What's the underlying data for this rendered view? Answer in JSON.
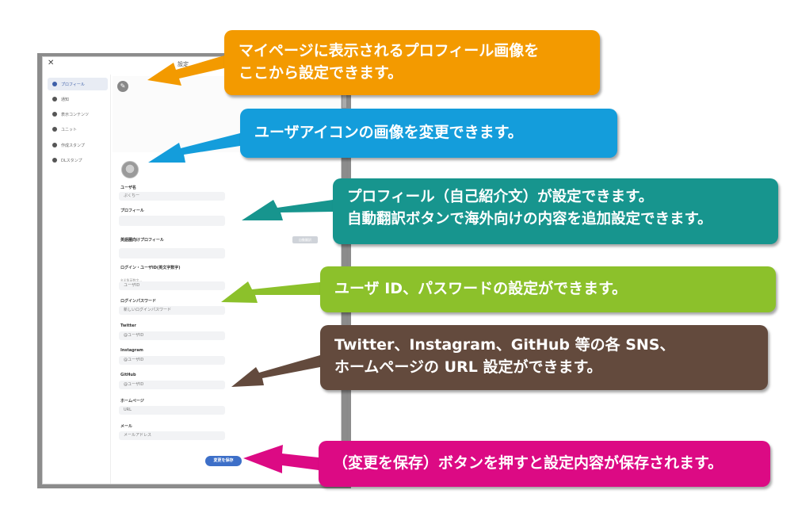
{
  "dialog": {
    "title": "設定",
    "close": "✕",
    "nav": [
      {
        "label": "プロフィール",
        "icon": "person-icon",
        "active": true
      },
      {
        "label": "通知",
        "icon": "bell-icon",
        "active": false
      },
      {
        "label": "表示コンテンツ",
        "icon": "display-icon",
        "active": false
      },
      {
        "label": "ユニット",
        "icon": "unit-icon",
        "active": false
      },
      {
        "label": "作成スタンプ",
        "icon": "stamp-icon",
        "active": false
      },
      {
        "label": "DLスタンプ",
        "icon": "download-icon",
        "active": false
      }
    ],
    "fields": {
      "username_label": "ユーザ名",
      "username_value": "ぷくちー",
      "profile_label": "プロフィール",
      "foreign_profile_label": "英語圏向けプロフィール",
      "auto_translate": "自動翻訳",
      "login_label": "ログイン・ユーザID(英文字数字)",
      "login_hint": "※半角英数字...",
      "userid_placeholder": "ユーザID",
      "password_label": "ログインパスワード",
      "password_placeholder": "新しいログインパスワード",
      "twitter_label": "Twitter",
      "twitter_placeholder": "@ユーザID",
      "instagram_label": "Instagram",
      "instagram_placeholder": "@ユーザID",
      "github_label": "GitHub",
      "github_placeholder": "@ユーザID",
      "homepage_label": "ホームページ",
      "homepage_placeholder": "URL",
      "mail_label": "メール",
      "mail_placeholder": "メールアドレス"
    },
    "save_button": "変更を保存"
  },
  "callouts": [
    {
      "lines": [
        "マイページに表示されるプロフィール画像を",
        "ここから設定できます。"
      ],
      "color": "#f39a00"
    },
    {
      "lines": [
        "ユーザアイコンの画像を変更できます。"
      ],
      "color": "#149ddb"
    },
    {
      "lines": [
        "プロフィール（自己紹介文）が設定できます。",
        "自動翻訳ボタンで海外向けの内容を追加設定できます。"
      ],
      "color": "#17958e"
    },
    {
      "lines": [
        "ユーザ ID、パスワードの設定ができます。"
      ],
      "color": "#8cc12b"
    },
    {
      "lines": [
        "Twitter、Instagram、GitHub 等の各 SNS、",
        "ホームページの URL 設定ができます。"
      ],
      "color": "#634a3d"
    },
    {
      "lines": [
        "（変更を保存）ボタンを押すと設定内容が保存されます。"
      ],
      "color": "#dc0a84"
    }
  ]
}
